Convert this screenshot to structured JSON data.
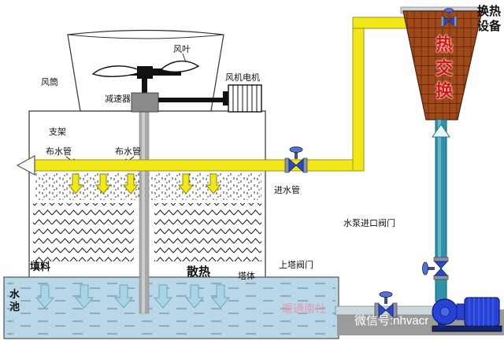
{
  "diagram": {
    "labels": {
      "fan_duct": "风筒",
      "fan_blade": "风叶",
      "fan_motor": "风机电机",
      "reducer": "减速器",
      "support": "支架",
      "water_dist_pipe_1": "布水管",
      "water_dist_pipe_2": "布水管",
      "inlet_pipe": "进水管",
      "fill_material": "填料",
      "heat_dissipation": "散热",
      "tower_body": "塔体",
      "water_pool": "水池",
      "upper_tower_valve": "上塔阀门",
      "pump_inlet_valve": "水泵进口阀门",
      "heat_exchange": "热交换",
      "heat_exchange_equipment": "换热设备"
    },
    "watermark": {
      "brand": "暖通南社",
      "wechat": "微信号:nhvacr"
    },
    "colors": {
      "hot_pipe_yellow": "#f2e818",
      "cold_pipe_teal": "#2e93a8",
      "heat_exchanger_brown": "#a04a1c",
      "pump_blue": "#2742d6",
      "pool_water": "#b9d7e6",
      "heat_exchange_text_red": "#dd1111",
      "watermark_pink": "#e79ab2",
      "watermark_band_gray": "#9b9b9b"
    }
  }
}
